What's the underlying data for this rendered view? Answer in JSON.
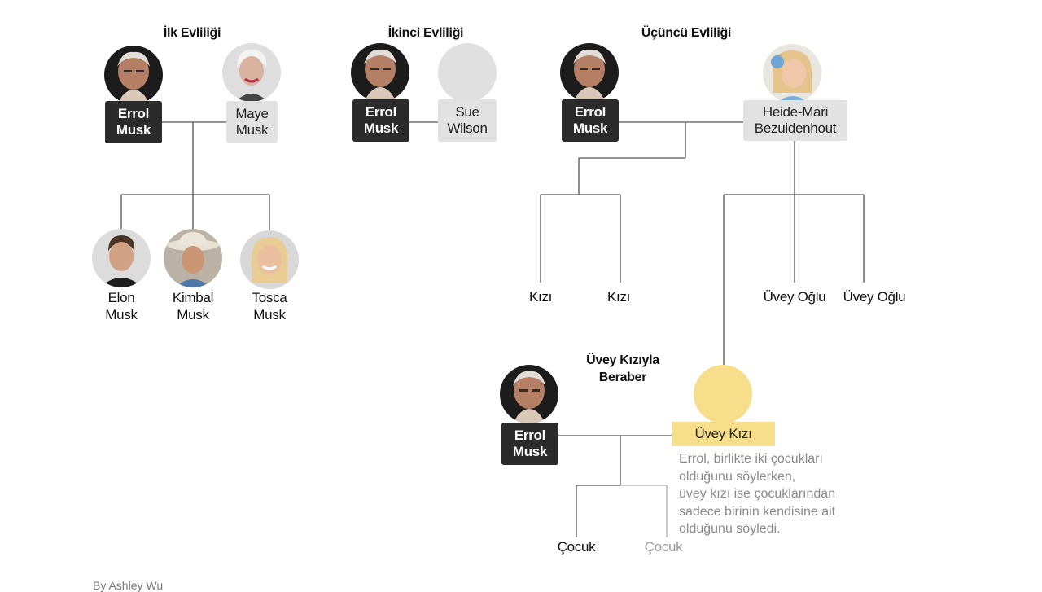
{
  "headings": {
    "first": "İlk Evliliği",
    "second": "İkinci Evliliği",
    "third": "Üçüncü Evliliği",
    "fourth_line1": "Üvey Kızıyla",
    "fourth_line2": "Beraber"
  },
  "people": {
    "errol_line1": "Errol",
    "errol_line2": "Musk",
    "maye_line1": "Maye",
    "maye_line2": "Musk",
    "sue_line1": "Sue",
    "sue_line2": "Wilson",
    "heide_line1": "Heide-Mari",
    "heide_line2": "Bezuidenhout",
    "elon_line1": "Elon",
    "elon_line2": "Musk",
    "kimbal_line1": "Kimbal",
    "kimbal_line2": "Musk",
    "tosca_line1": "Tosca",
    "tosca_line2": "Musk",
    "daughter": "Kızı",
    "stepson": "Üvey Oğlu",
    "stepdaughter": "Üvey Kızı",
    "child": "Çocuk"
  },
  "note": [
    "Errol, birlikte iki çocukları",
    "olduğunu söylerken,",
    "üvey kızı ise çocuklarından",
    "sadece birinin kendisine ait",
    "olduğunu söyledi."
  ],
  "byline": "By Ashley Wu",
  "colors": {
    "dark_tag": "#2b2b2b",
    "light_tag": "#e2e2e2",
    "highlight": "#f7de8a",
    "line": "#555555"
  }
}
